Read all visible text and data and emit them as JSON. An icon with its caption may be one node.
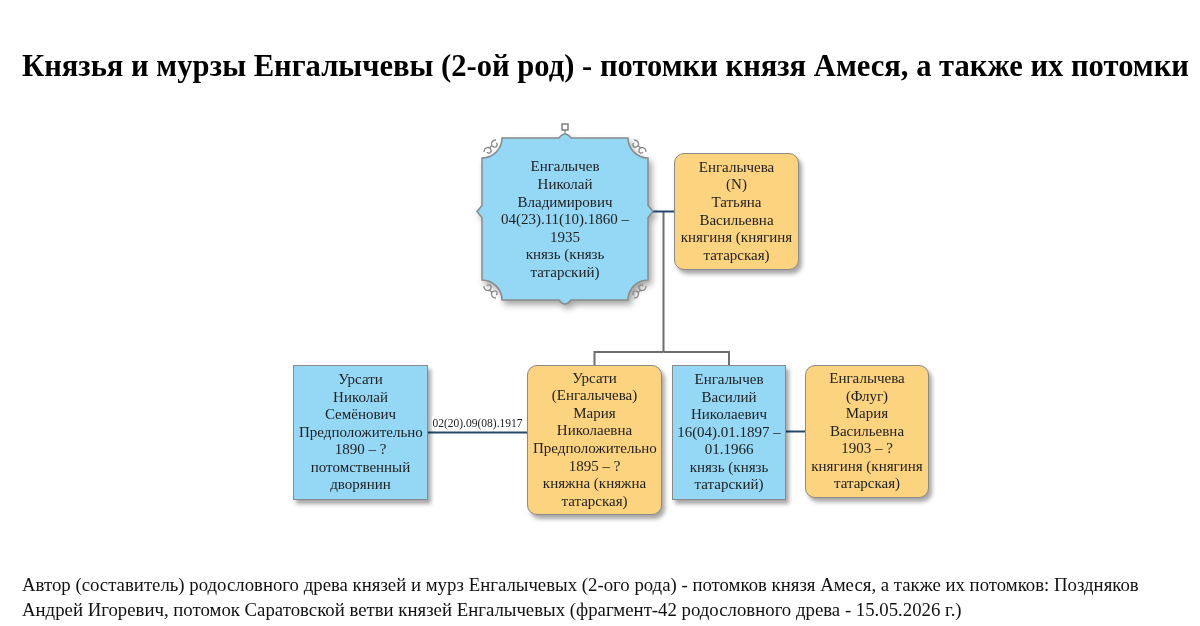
{
  "diagram": {
    "title": "Князья и мурзы Енгалычевы (2-ой род) - потомки князя Амеся, а также их потомки",
    "caption": "Автор (составитель) родословного древа князей и мурз Енгалычевых (2-ого рода) - потомков князя Амеся, а также их потомков: Поздняков Андрей Игоревич, потомок Саратовской ветви князей Енгалычевых (фрагмент-42 родословного древа - 15.05.2026 г.)",
    "nodes": [
      {
        "text": [
          "Енгалычев Николай Владимирович",
          "04(23).11(10).1860 – 1935",
          "князь (князь татарский)"
        ]
      },
      {
        "text": [
          "Енгалычева (N) Татьяна Васильевна",
          "княгиня (княгиня татарская)"
        ]
      },
      {
        "text": [
          "Урсати Николай Семёнович",
          "Предположительно 1890 – ?",
          "потомственный дворянин"
        ]
      },
      {
        "text": [
          "Урсати (Енгалычева) Мария Николаевна",
          "Предположительно 1895 – ?",
          "княжна (княжна татарская)"
        ]
      },
      {
        "text": [
          "Енгалычев Василий Николаевич",
          "16(04).01.1897 – 01.1966",
          "князь (князь татарский)"
        ]
      },
      {
        "text": [
          "Енгалычева (Флуг) Мария Васильевна",
          "1903 – ?",
          "княгиня (княгиня татарская)"
        ]
      }
    ],
    "edges": [
      {
        "from": 0,
        "to": 1,
        "arrow": "none",
        "color": "#24496b"
      },
      {
        "from": 0,
        "to": 3,
        "arrow": "none"
      },
      {
        "from": 0,
        "to": 4,
        "arrow": "none"
      },
      {
        "from": 1,
        "to": 3,
        "arrow": "none"
      },
      {
        "from": 1,
        "to": 4,
        "arrow": "none"
      },
      {
        "from": 2,
        "to": 3,
        "arrow": "none",
        "label": "02(20).09(08).1917",
        "color": "#24496b"
      },
      {
        "from": 4,
        "to": 5,
        "arrow": "none",
        "color": "#24496b"
      }
    ]
  }
}
